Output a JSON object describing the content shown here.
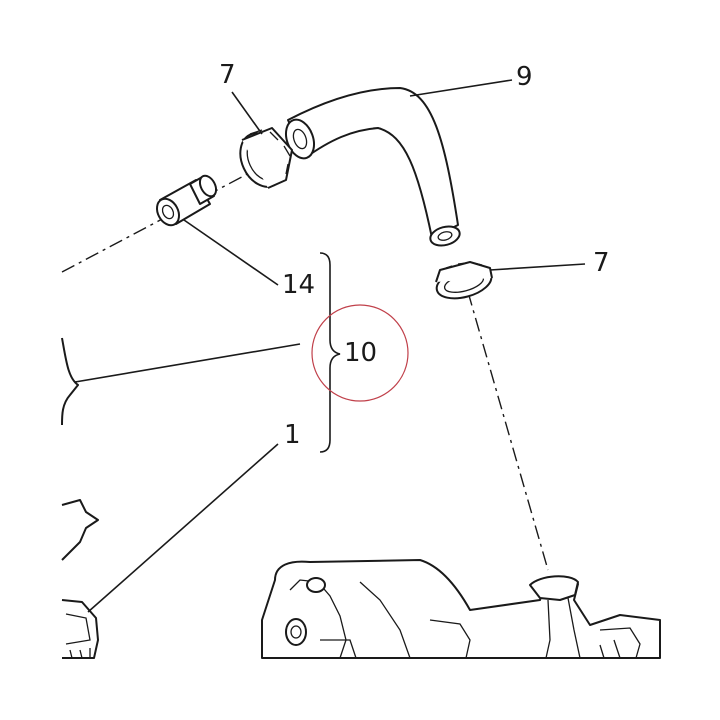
{
  "callouts": {
    "clamp_upper": "7",
    "hose": "9",
    "clamp_lower": "7",
    "fitting": "14",
    "kit": "10",
    "engine_case": "1"
  },
  "colors": {
    "ink": "#1a1a1a",
    "highlight_circle": "#c0404a",
    "background": "#ffffff"
  }
}
